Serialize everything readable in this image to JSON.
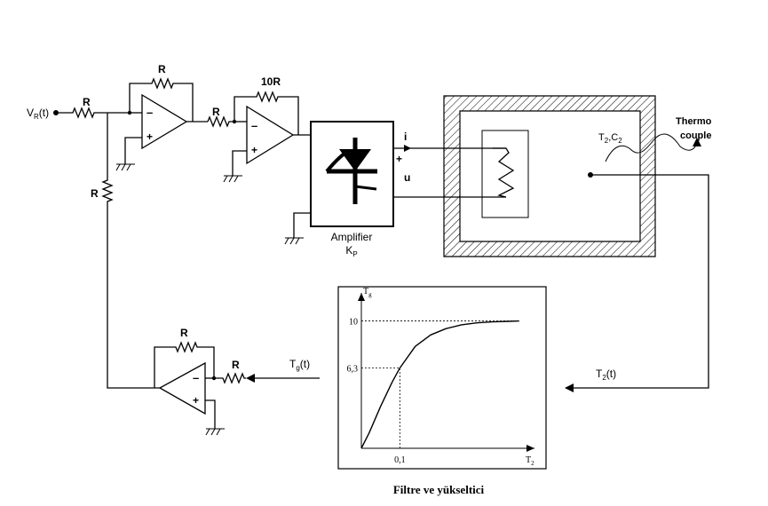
{
  "input": {
    "v": "V",
    "sub": "R",
    "rest": "(t)"
  },
  "stage1": {
    "input_resistor": "R",
    "feedback_resistor": "R",
    "minus": "–",
    "plus": "+"
  },
  "stage2": {
    "input_resistor": "R",
    "feedback_resistor": "10R",
    "minus": "–",
    "plus": "+"
  },
  "feedback_resistor": "R",
  "amplifier": {
    "label": "Amplifier",
    "k": "K",
    "k_sub": "P"
  },
  "outputs": {
    "current": "i",
    "plus": "+",
    "voltage": "u"
  },
  "oven": {
    "sensor_t": "T",
    "sensor_t_sub": "2",
    "sensor_c": ",C",
    "sensor_c_sub": "2",
    "thermocouple_line1": "Thermo",
    "thermocouple_line2": "couple"
  },
  "signals": {
    "t2": {
      "t": "T",
      "sub": "2",
      "rest": "(t)"
    },
    "tg": {
      "t": "T",
      "sub": "g",
      "rest": "(t)"
    }
  },
  "stage3": {
    "input_resistor": "R",
    "feedback_resistor": "R",
    "minus": "–",
    "plus": "+"
  },
  "chart_data": {
    "type": "line",
    "title": "",
    "ylabel": "T",
    "ylabel_sub": "g",
    "xlabel": "T",
    "xlabel_sub": "2",
    "xlim": [
      0,
      0.45
    ],
    "ylim": [
      0,
      12.2
    ],
    "x_ticks": [
      {
        "value": 0.1,
        "label": "0,1"
      }
    ],
    "y_ticks": [
      {
        "value": 10,
        "label": "10"
      },
      {
        "value": 6.3,
        "label": "6,3"
      }
    ],
    "series": [
      {
        "x": [
          0,
          0.02,
          0.05,
          0.08,
          0.1,
          0.14,
          0.18,
          0.22,
          0.26,
          0.3,
          0.34,
          0.38,
          0.41
        ],
        "y": [
          0,
          1.2,
          3.3,
          5.2,
          6.3,
          8.0,
          8.9,
          9.4,
          9.7,
          9.85,
          9.93,
          9.97,
          10.0
        ]
      }
    ],
    "grid": false,
    "guides": [
      {
        "x": 0.1,
        "y": 6.3
      },
      {
        "y": 10
      }
    ]
  },
  "caption": "Filtre ve yükseltici"
}
